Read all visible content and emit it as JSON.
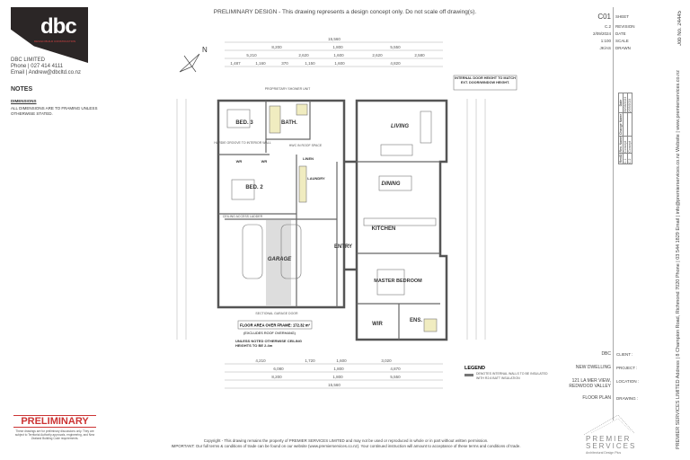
{
  "header": "PRELIMINARY DESIGN - This drawing represents a design concept only. Do not scale off drawing(s).",
  "company": {
    "logo": "dbc",
    "logo_tagline": "DESIGN BUILD CONSTRUCTION",
    "name": "DBC LIMITED",
    "phone": "Phone | 027 414 4111",
    "email": "Email | Andrew@dbcltd.co.nz"
  },
  "notes": {
    "title": "NOTES",
    "subtitle": "DIMENSIONS",
    "text": "ALL DIMENSIONS ARE TO FRAMING UNLESS OTHERWISE STATED."
  },
  "plan": {
    "rooms": {
      "bed3": "BED. 3",
      "bath": "BATH.",
      "bed2": "BED. 2",
      "wir1": "WR",
      "wir2": "WR",
      "linen": "LINEN",
      "laundry": "LAUNDRY",
      "garage": "GARAGE",
      "entry": "ENTRY",
      "living": "LIVING",
      "dining": "DINING",
      "kitchen": "KITCHEN",
      "master": "MASTER BEDROOM",
      "wir": "WIR",
      "ens": "ENS."
    },
    "notes": {
      "shower": "PROPRIETARY SHOWER UNIT",
      "hwc": "HWC IN ROOF SPACE",
      "garage_door": "SECTIONAL GARAGE DOOR",
      "door_height": "INTERNAL DOOR HEIGHT TO MATCH EXT. DOOR/WINDOW HEIGHT.",
      "floor_area": "FLOOR AREA OVER FRAME:  172.32 m²",
      "excl": "(EXCLUDES ROOF OVERHANG)",
      "ceiling": "UNLESS NOTED OTHERWISE CEILING HEIGHTS TO BE 2.4m",
      "ceiling_access": "CEILING ACCESS LADDER",
      "hardie": "HARDIE GROOVE TO INTERIOR WALL"
    },
    "dims_top": {
      "total": "15,560",
      "r2": [
        "8,200",
        "1,800",
        "5,550"
      ],
      "r3": [
        "5,210",
        "2,620",
        "1,600",
        "2,620",
        "2,580"
      ],
      "r4": [
        "1,487",
        "1,160",
        "370",
        "1,150",
        "1,600",
        "4,820"
      ]
    },
    "dims_bottom": {
      "r1": [
        "4,210",
        "1,720",
        "1,600",
        "3,020"
      ],
      "r2": [
        "6,080",
        "1,800",
        "4,870"
      ],
      "r3": [
        "8,200",
        "1,800",
        "5,550"
      ],
      "total": "15,560"
    },
    "legend": {
      "title": "LEGEND",
      "text": "DENOTES INTERNAL WALLS TO BE INSULATED WITH R2.6 BATT INSULATION"
    }
  },
  "titleblock": {
    "sheet": "C01",
    "sheet_label": "SHEET",
    "revision": "C.2",
    "revision_label": "REVISION",
    "date": "2/09/2024",
    "date_label": "DATE",
    "scale": "1:100",
    "scale_label": "SCALE",
    "drawn": "JK/AS",
    "drawn_label": "DRAWN",
    "job": "Job No. 24445",
    "client": "DBC",
    "client_label": "CLIENT :",
    "project": "NEW DWELLING",
    "project_label": "PROJECT :",
    "location": "121 LA MER VIEW, REDWOOD VALLEY",
    "location_label": "LOCATION :",
    "drawing": "FLOOR PLAN",
    "drawing_label": "DRAWING :",
    "rev_table": {
      "headers": [
        "RevID",
        "Rev. Name",
        "Change Name",
        "Date"
      ],
      "rows": [
        [
          "C.1",
          "Concept",
          "",
          "30/08/2024"
        ],
        [
          "C.2",
          "Concept",
          "",
          "2/09/2024"
        ]
      ]
    },
    "contact": "PREMIER SERVICES LIMITED   Address | 8 Champion Road, Richmond 7020   Phone | 03 544 1829   Email | info@premierservices.co.nz   Website | www.premierservices.co.nz",
    "brand": "PREMIER SERVICES",
    "brand_sub": "Architectural Design Plus"
  },
  "prelim": {
    "label": "PRELIMINARY",
    "note": "These drawings are for preliminary discussions only. They are subject to Territorial Authority approvals, engineering, and New Zealand Building Code requirements."
  },
  "copyright": "Copyright - This drawing remains the property of PREMIER SERVICES LIMITED and may not be used or reproduced in whole or in part without written permission.",
  "important": "IMPORTANT: Our full terms & conditions of trade can be found on our website (www.premierservices.co.nz). Your continued instruction will amount to acceptance of these terms and conditions of trade.",
  "colors": {
    "brand_red": "#cc3333",
    "wall": "#555555",
    "fixture": "#f0ecc0"
  }
}
